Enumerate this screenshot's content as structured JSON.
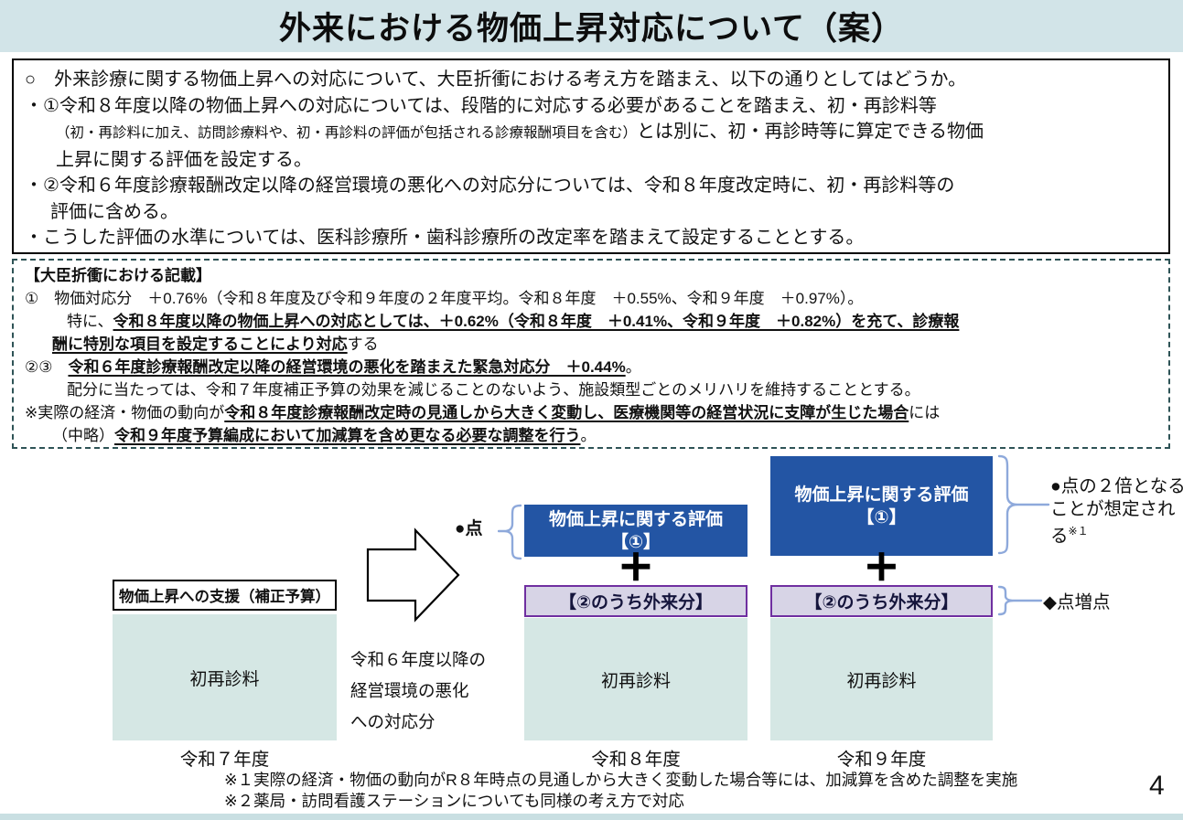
{
  "page": {
    "title": "外来における物価上昇対応について（案）",
    "page_number": "4"
  },
  "colors": {
    "title_band": "#d2e4e8",
    "eval_box_blue": "#2355a4",
    "outpatient_fill": "#d7d4e6",
    "outpatient_border": "#6f2fa0",
    "base_fee_teal": "#d5e7e4",
    "brace_blue": "#8ea9db",
    "dashed_border": "#2e5356"
  },
  "proposal_box": {
    "line1": "○　外来診療に関する物価上昇への対応について、大臣折衝における考え方を踏まえ、以下の通りとしてはどうか。",
    "line2_head": "・①令和８年度以降の物価上昇への対応については、段階的に対応する必要があることを踏まえ、初・再診料等",
    "line2_paren": "（初・再診料に加え、訪問診療料や、初・再診料の評価が包括される診療報酬項目を含む）",
    "line2_tail": "とは別に、初・再診時等に算定できる物価",
    "line2_cont": "上昇に関する評価を設定する。",
    "line3_head": "・②令和６年度診療報酬改定以降の経営環境の悪化への対応分については、令和８年度改定時に、初・再診料等の",
    "line3_cont": "評価に含める。",
    "line4": "・こうした評価の水準については、医科診療所・歯科診療所の改定率を踏まえて設定することとする。"
  },
  "minister_box": {
    "heading": "【大臣折衝における記載】",
    "item1": "①　物価対応分　＋0.76%（令和８年度及び令和９年度の２年度平均。令和８年度　＋0.55%、令和９年度　＋0.97%）。",
    "item1b_pre": "特に、",
    "item1b_emph_a": "令和８年度以降の物価上昇への対応としては、＋0.62%（令和８年度　＋0.41%、令和９年度　＋0.82%）を充て、診療報",
    "item1b_emph_b": "酬に特別な項目を設定することにより対応",
    "item1b_post": "する",
    "item2_label": "②③　",
    "item2_emph": "令和６年度診療報酬改定以降の経営環境の悪化を踏まえた緊急対応分　＋0.44%",
    "item2_post": "。",
    "item2b": "配分に当たっては、令和７年度補正予算の効果を減じることのないよう、施設類型ごとのメリハリを維持することとする。",
    "note_pre": "※実際の経済・物価の動向が",
    "note_emph1": "令和８年度診療報酬改定時の見通しから大きく変動し、医療機関等の経営状況に支障が生じた場合",
    "note_mid": "には",
    "note2_pre": "（中略）",
    "note2_emph": "令和９年度予算編成において加減算を含め更なる必要な調整を行う",
    "note2_post": "。"
  },
  "diagram": {
    "r7": {
      "support": "物価上昇への支援（補正予算）",
      "base": "初再診料",
      "year": "令和７年度"
    },
    "transition": {
      "line1": "令和６年度以降の",
      "line2": "経営環境の悪化",
      "line3": "への対応分"
    },
    "dot_label": "●点",
    "plus": "＋",
    "r8": {
      "eval_line1": "物価上昇に関する評価",
      "eval_line2": "【①】",
      "outpatient": "【②のうち外来分】",
      "base": "初再診料",
      "year": "令和８年度"
    },
    "r9": {
      "eval_line1": "物価上昇に関する評価",
      "eval_line2": "【①】",
      "outpatient": "【②のうち外来分】",
      "base": "初再診料",
      "year": "令和９年度"
    },
    "annotations": {
      "double_text": "●点の２倍となることが想定される",
      "double_sup": "※１",
      "increase": "◆点増点"
    }
  },
  "footnotes": {
    "note1": "※１実際の経済・物価の動向がR８年時点の見通しから大きく変動した場合等には、加減算を含めた調整を実施",
    "note2": "※２薬局・訪問看護ステーションについても同様の考え方で対応"
  }
}
